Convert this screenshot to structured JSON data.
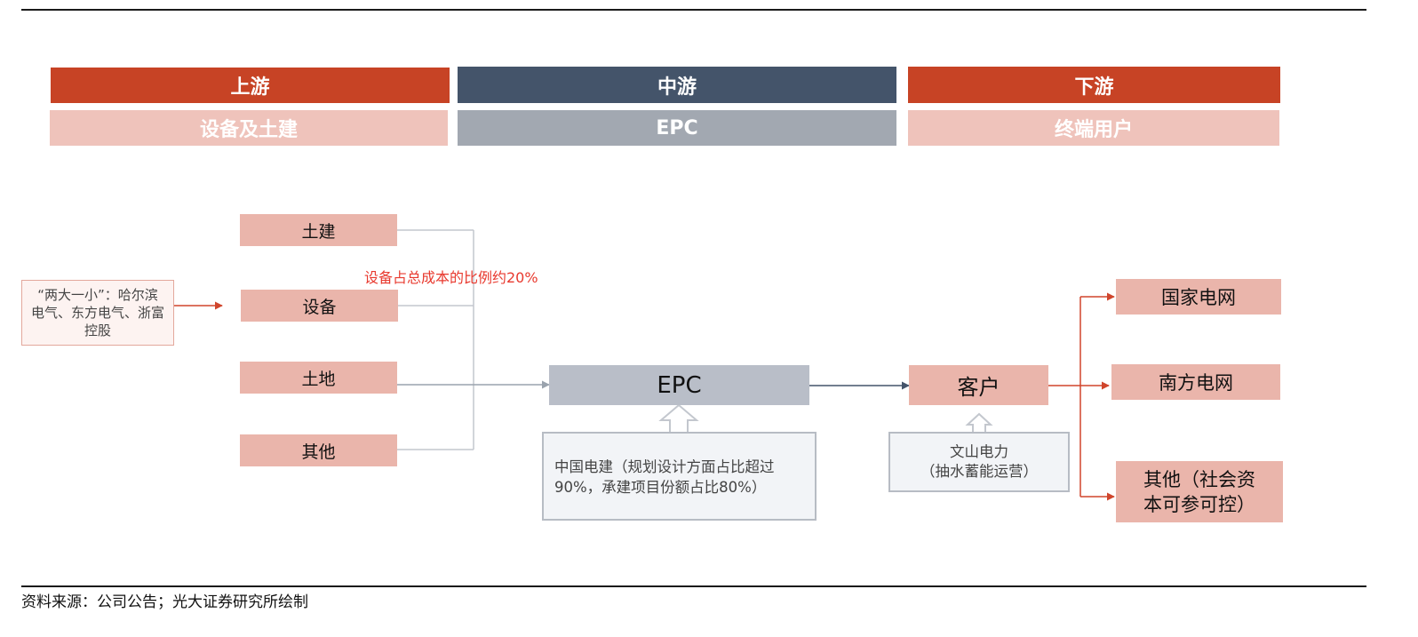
{
  "headers": {
    "upstream": {
      "title": "上游",
      "subtitle": "设备及土建"
    },
    "midstream": {
      "title": "中游",
      "subtitle": "EPC"
    },
    "downstream": {
      "title": "下游",
      "subtitle": "终端用户"
    }
  },
  "upstream_items": [
    "土建",
    "设备",
    "土地",
    "其他"
  ],
  "supplier_note": "“两大一小”：哈尔滨电气、东方电气、浙富控股",
  "cost_note": "设备占总成本的比例约20%",
  "epc": {
    "label": "EPC",
    "note": "中国电建（规划设计方面占比超过90%，承建项目份额占比80%）"
  },
  "customer": {
    "label": "客户",
    "note_line1": "文山电力",
    "note_line2": "（抽水蓄能运营）"
  },
  "end_users": [
    "国家电网",
    "南方电网",
    "其他（社会资本可参可控）"
  ],
  "source": "资料来源：公司公告；光大证券研究所绘制",
  "colors": {
    "header_red": "#c74325",
    "header_navy": "#44546a",
    "sub_pink": "#efc3bb",
    "sub_grey": "#a2a8b1",
    "item_salmon": "#eab5ab",
    "epc_box": "#b9bec8",
    "arrow_red": "#d0452c",
    "connector_grey": "#b9bec8",
    "note_text_red": "#e8392e"
  }
}
